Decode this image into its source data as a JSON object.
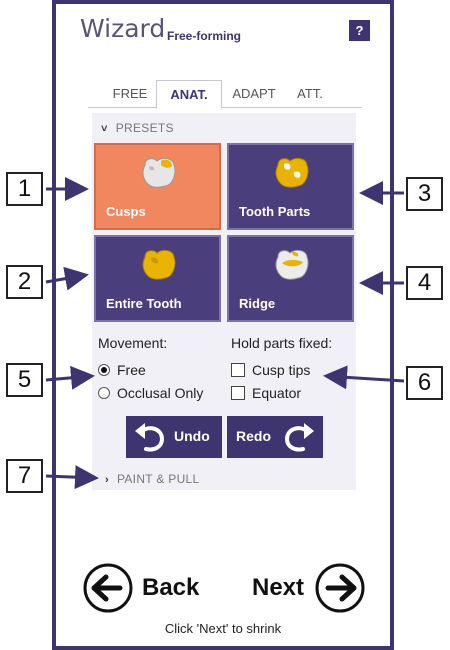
{
  "header": {
    "title": "Wizard",
    "subtitle": "Free-forming",
    "help_label": "?"
  },
  "tabs": [
    {
      "label": "FREE",
      "active": false
    },
    {
      "label": "ANAT.",
      "active": true
    },
    {
      "label": "ADAPT",
      "active": false
    },
    {
      "label": "ATT.",
      "active": false
    }
  ],
  "presets_section": {
    "heading": "PRESETS",
    "items": [
      {
        "label": "Cusps",
        "selected": true
      },
      {
        "label": "Tooth Parts",
        "selected": false
      },
      {
        "label": "Entire Tooth",
        "selected": false
      },
      {
        "label": "Ridge",
        "selected": false
      }
    ]
  },
  "movement": {
    "heading": "Movement:",
    "options": [
      {
        "label": "Free",
        "checked": true
      },
      {
        "label": "Occlusal Only",
        "checked": false
      }
    ]
  },
  "hold_parts": {
    "heading": "Hold parts fixed:",
    "options": [
      {
        "label": "Cusp tips",
        "checked": false
      },
      {
        "label": "Equator",
        "checked": false
      }
    ]
  },
  "actions": {
    "undo_label": "Undo",
    "redo_label": "Redo"
  },
  "paint_section": {
    "heading": "PAINT & PULL"
  },
  "navigation": {
    "back_label": "Back",
    "next_label": "Next",
    "hint": "Click 'Next' to shrink"
  },
  "callouts": [
    "1",
    "2",
    "3",
    "4",
    "5",
    "6",
    "7"
  ],
  "colors": {
    "frame": "#3d3470",
    "button": "#4a3f7c",
    "selected_preset": "#f0875f",
    "panel_bg": "#f1f0f7",
    "tooth_yellow": "#e8b400"
  }
}
